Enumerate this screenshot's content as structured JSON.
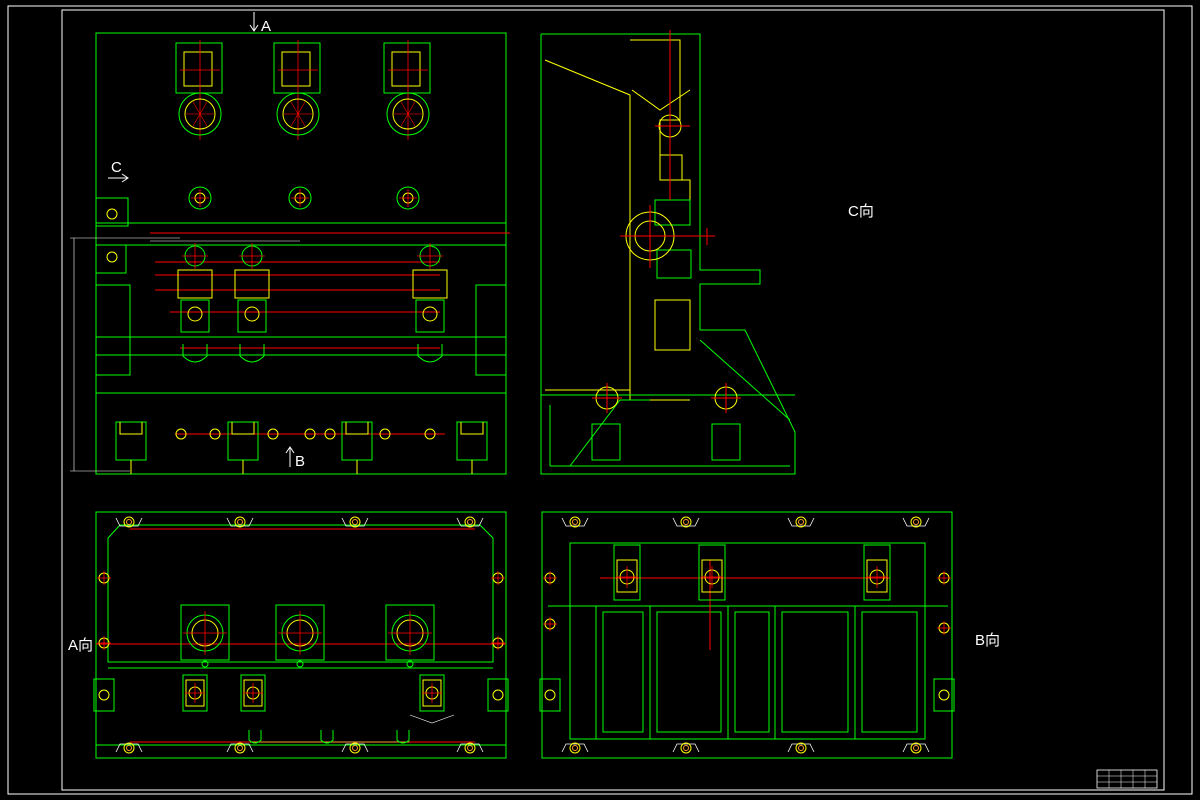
{
  "colors": {
    "background": "#000000",
    "frame": "#ffffff",
    "outline": "#00ff00",
    "centerline": "#ff0000",
    "hole": "#ffff00",
    "detail": "#ff9933"
  },
  "views": {
    "front": {
      "arrow_a": "A",
      "arrow_b": "B",
      "arrow_c": "C"
    },
    "side": {
      "label": "C向"
    },
    "top_a": {
      "label": "A向"
    },
    "top_b": {
      "label": "B向"
    }
  },
  "title_block": {}
}
